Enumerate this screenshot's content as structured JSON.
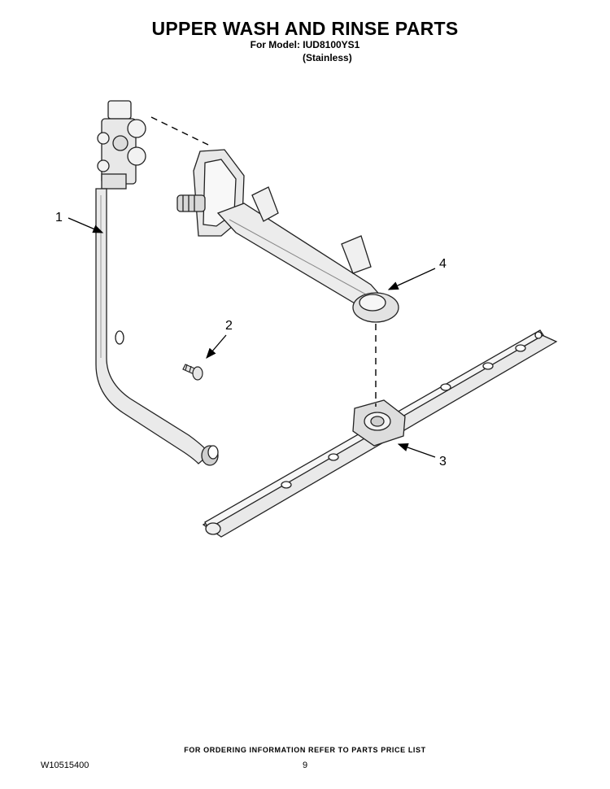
{
  "header": {
    "title": "UPPER WASH AND RINSE PARTS",
    "model_line": "For Model: IUD8100YS1",
    "finish_line": "(Stainless)"
  },
  "callouts": {
    "c1": "1",
    "c2": "2",
    "c3": "3",
    "c4": "4"
  },
  "footer": {
    "ordering_note": "FOR ORDERING INFORMATION REFER TO PARTS PRICE LIST",
    "doc_number": "W10515400",
    "page_number": "9"
  }
}
